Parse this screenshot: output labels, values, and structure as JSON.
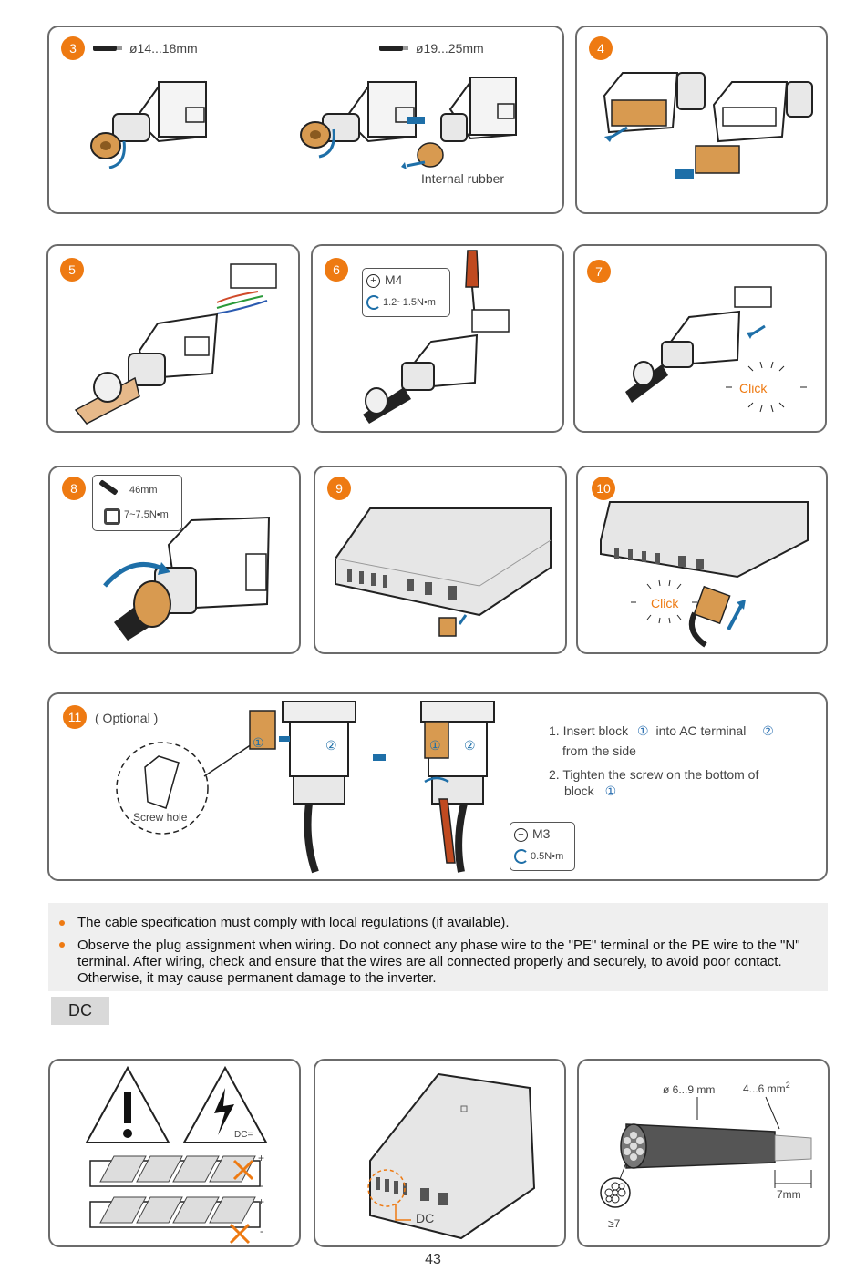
{
  "steps": {
    "s3": {
      "num": "3",
      "cable_small": "ø14...18mm",
      "cable_large": "ø19...25mm",
      "rubber_label": "Internal rubber"
    },
    "s4": {
      "num": "4"
    },
    "s5": {
      "num": "5"
    },
    "s6": {
      "num": "6",
      "screw": "M4",
      "torque": "1.2~1.5N•m"
    },
    "s7": {
      "num": "7",
      "click": "Click"
    },
    "s8": {
      "num": "8",
      "wrench": "46mm",
      "torque": "7~7.5N•m"
    },
    "s9": {
      "num": "9"
    },
    "s10": {
      "num": "10",
      "click": "Click"
    },
    "s11": {
      "num": "11",
      "optional": "( Optional )",
      "screw_hole": "Screw hole",
      "marker1": "①",
      "marker2": "②",
      "instr1_a": "1. Insert block",
      "instr1_m1": "①",
      "instr1_b": "into AC terminal",
      "instr1_m2": "②",
      "instr1_c": "from the side",
      "instr2_a": "2. Tighten the screw on the bottom of",
      "instr2_b": "block",
      "instr2_m1": "①",
      "screw": "M3",
      "torque": "0.5N•m"
    }
  },
  "notes": [
    "The cable specification must comply with local regulations (if available).",
    "Observe the plug assignment when wiring. Do not connect any phase wire to the \"PE\" terminal or the PE wire to the \"N\" terminal. After wiring, check and ensure that the wires are all connected properly and securely, to avoid poor contact. Otherwise, it may cause permanent damage to the inverter."
  ],
  "section_tag": "DC",
  "dc": {
    "dc_symbol": "DC=",
    "plus": "+",
    "minus": "-",
    "dc_label": "DC",
    "diameter": "ø 6...9 mm",
    "area": "4...6 mm",
    "area_sup": "2",
    "strip": "7mm",
    "cores": "≥7"
  },
  "page_number": "43",
  "colors": {
    "accent": "#ee7a12",
    "blue": "#1e6fa8",
    "frame": "#6b6b6b",
    "note_bg": "#efefef"
  }
}
